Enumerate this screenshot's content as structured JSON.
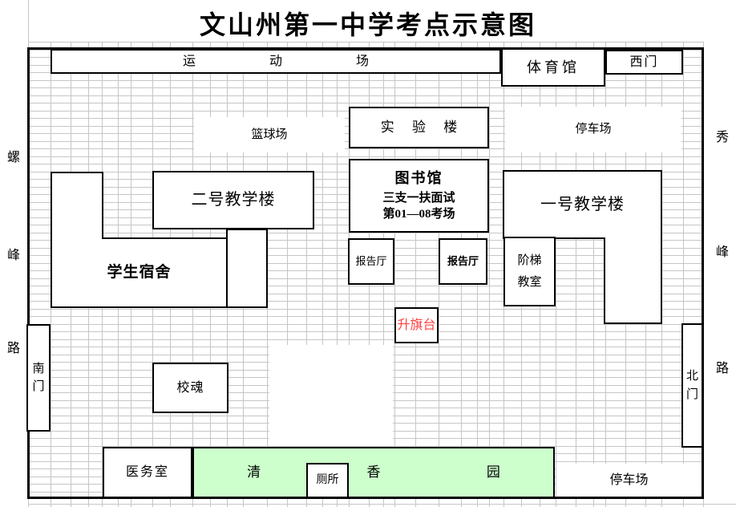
{
  "title": "文山州第一中学考点示意图",
  "colors": {
    "garden_green": "#ccffcc",
    "flag_text_red": "#ff4040",
    "grid_gray": "#c6c6c6",
    "outline_black": "#000000"
  },
  "roads": {
    "left": [
      "螺",
      "峰",
      "路"
    ],
    "right": [
      "秀",
      "峰",
      "路"
    ]
  },
  "buildings": {
    "sports_field": "运 动 场",
    "gymnasium": "体育馆",
    "west_gate": "西门",
    "lab_building": "实 验 楼",
    "basketball_court": "篮球场",
    "parking_top": "停车场",
    "library": {
      "name": "图书馆",
      "line2": "三支一扶面试",
      "line3": "第01—08考场"
    },
    "building_no2": "二号教学楼",
    "building_no1": "一号教学楼",
    "dormitory": "学生宿舍",
    "lecture_hall_left": "报告厅",
    "lecture_hall_right": "报告厅",
    "stepped_classroom": "阶梯教室",
    "flag_platform": "升旗台",
    "south_gate": "南门",
    "north_gate": "北门",
    "school_soul": "校魂",
    "medical_room": "医务室",
    "garden": [
      "清",
      "香",
      "园"
    ],
    "toilet": "厕所",
    "parking_bottom": "停车场"
  }
}
